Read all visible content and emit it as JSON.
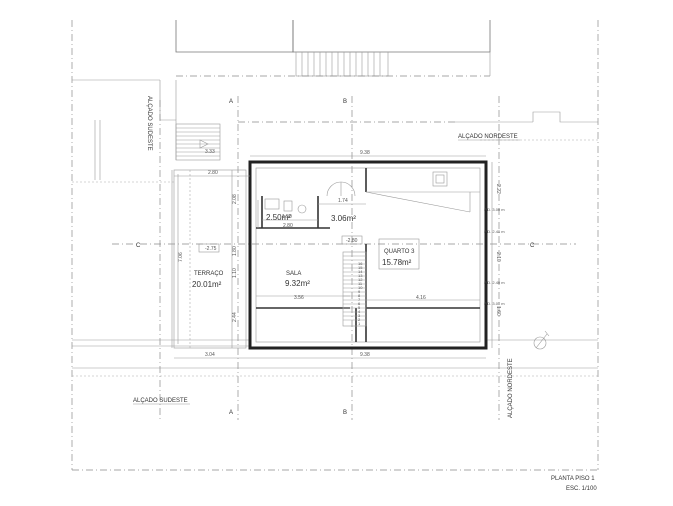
{
  "title_block": {
    "title": "PLANTA PISO 1",
    "scale": "ESC. 1/100"
  },
  "elevations": {
    "nordeste_top": "ALÇADO NORDESTE",
    "nordeste_side": "ALÇADO NORDESTE",
    "sudeste_bottom": "ALÇADO SUDESTE",
    "sudeste_side": "ALÇADO SUDESTE"
  },
  "sections": {
    "a": "A",
    "b": "B",
    "c": "C"
  },
  "rooms": {
    "wc": {
      "area": "2.50m²"
    },
    "hall": {
      "area": "3.06m²"
    },
    "sala": {
      "name": "SALA",
      "area": "9.32m²"
    },
    "quarto": {
      "name": "QUARTO 3",
      "area": "15.78m²"
    },
    "terraco": {
      "name": "TERRAÇO",
      "area": "20.01m²"
    }
  },
  "levels": {
    "terrace": "-2.75",
    "landing": "-2.80"
  },
  "dimensions": {
    "overall_top": "9.38",
    "overall_bottom": "9.38",
    "terrace_top": "2.80",
    "terrace_bottom": "3.04",
    "small_left": "3.33",
    "wc_width": "1.50",
    "hall_width": "1.74",
    "wc_depth": "2.80",
    "sala_width": "3.56",
    "quarto_width": "4.16",
    "left_h1": "2.08",
    "left_h2": "1.80",
    "left_h3": "1.10",
    "left_h4": "2.44",
    "terrace_depth": "7.06",
    "right_h1": "2.22",
    "right_h2": "2.10",
    "right_h3": "1.60"
  },
  "window_notes": {
    "w1": "P.D. 3.00 m",
    "w2": "P.D. 2.40 m",
    "w3": "P.D. 2.40 m",
    "w4": "P.D. 3.00 m"
  },
  "stairs": {
    "steps": [
      "1",
      "2",
      "3",
      "4",
      "5",
      "6",
      "7",
      "8",
      "9",
      "10",
      "11",
      "12",
      "13",
      "14",
      "15",
      "16"
    ]
  }
}
